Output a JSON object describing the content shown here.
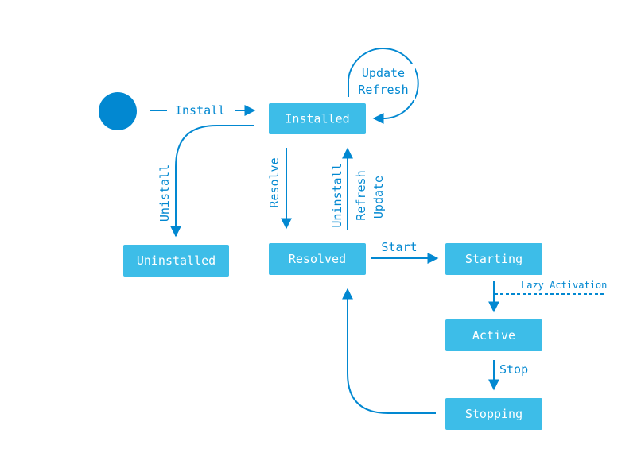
{
  "colors": {
    "node_fill": "#3dbde8",
    "start_fill": "#0288d1",
    "edge": "#0288d1",
    "node_text": "#ffffff"
  },
  "nodes": {
    "installed": "Installed",
    "uninstalled": "Uninstalled",
    "resolved": "Resolved",
    "starting": "Starting",
    "active": "Active",
    "stopping": "Stopping"
  },
  "edges": {
    "install": "Install",
    "update": "Update",
    "refresh": "Refresh",
    "uninstall_left": "Unistall",
    "resolve": "Resolve",
    "uninstall_up": "Uninstall",
    "refresh_up": "Refresh",
    "update_up": "Update",
    "start": "Start",
    "lazy_activation": "Lazy Activation",
    "stop": "Stop"
  }
}
